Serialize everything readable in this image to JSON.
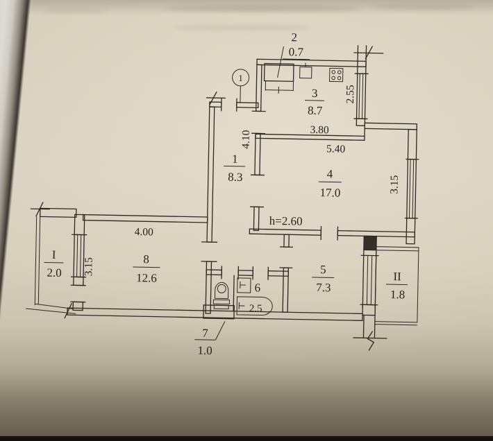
{
  "colors": {
    "paper": "#d8d0be",
    "ink": "#2d2823"
  },
  "axis": {
    "label": "1"
  },
  "rooms": {
    "r1": {
      "no": "1",
      "area": "8.3"
    },
    "r2": {
      "no": "2",
      "area": "0.7"
    },
    "r3": {
      "no": "3",
      "area": "8.7"
    },
    "r4": {
      "no": "4",
      "area": "17.0"
    },
    "r5": {
      "no": "5",
      "area": "7.3"
    },
    "r6": {
      "no": "6",
      "area": "2.5"
    },
    "r7": {
      "no": "7",
      "area": "1.0"
    },
    "r8": {
      "no": "8",
      "area": "12.6"
    },
    "rI": {
      "no": "I",
      "area": "2.0"
    },
    "rII": {
      "no": "II",
      "area": "1.8"
    }
  },
  "dimensions": {
    "kitchen_width": "3.80",
    "kitchen_depth": "2.55",
    "hallway_length": "4.10",
    "room4_width": "5.40",
    "room4_depth": "3.15",
    "room8_width": "4.00",
    "room8_depth": "3.15",
    "ceiling_height": "h=2.60"
  }
}
